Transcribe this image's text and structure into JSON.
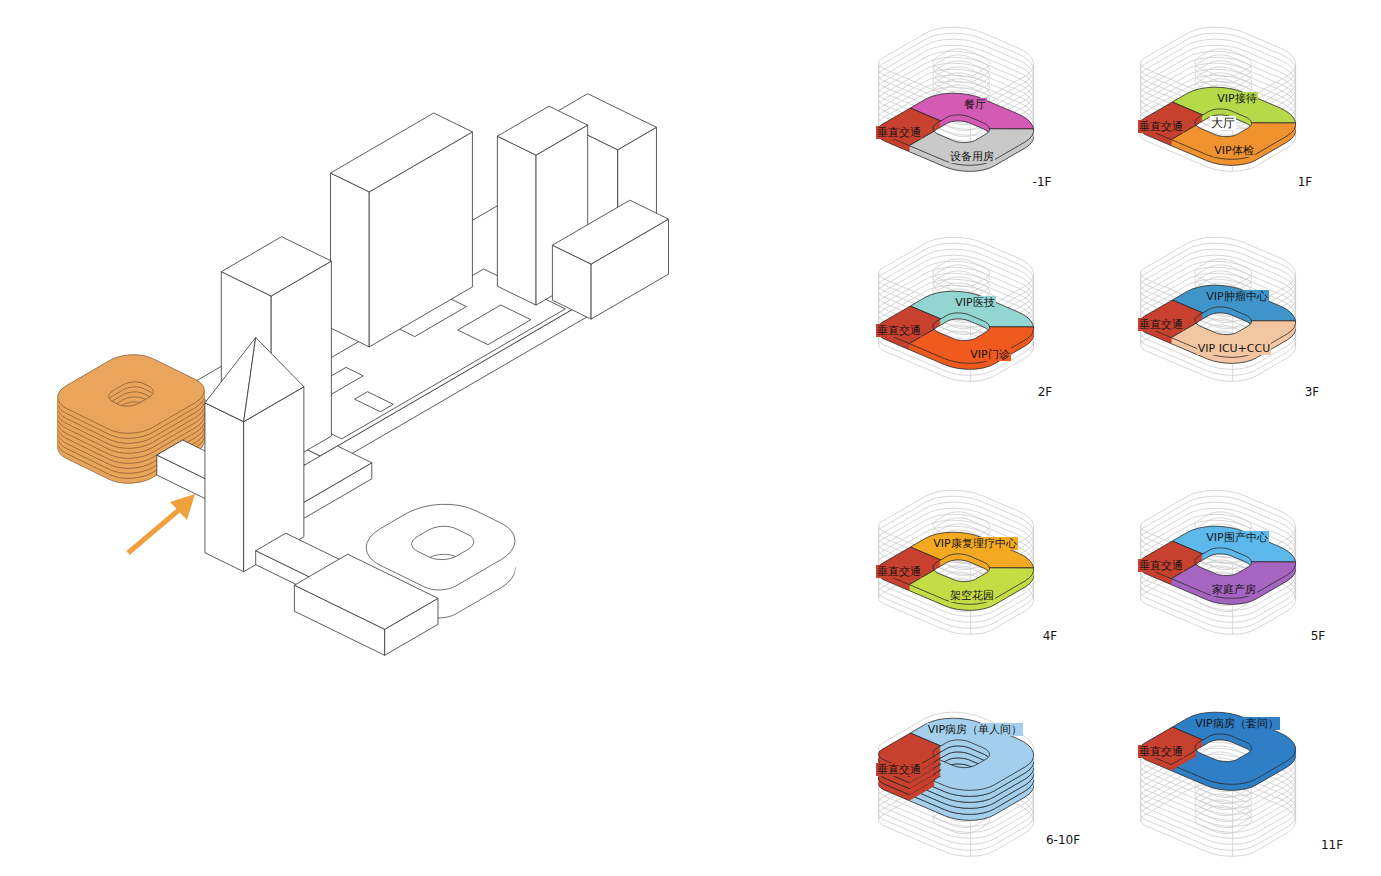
{
  "diagram": {
    "nodes": [
      {
        "text": [
          "餐厅"
        ]
      },
      {
        "text": [
          "垂直交通"
        ]
      },
      {
        "text": [
          "设备用房"
        ]
      },
      {
        "text": [
          "VIP接待"
        ]
      },
      {
        "text": [
          "垂直交通"
        ]
      },
      {
        "text": [
          "VIP体检"
        ]
      },
      {
        "text": [
          "VIP医技"
        ]
      },
      {
        "text": [
          "垂直交通"
        ]
      },
      {
        "text": [
          "VIP门诊"
        ]
      },
      {
        "text": [
          "VIP肿瘤中心"
        ]
      },
      {
        "text": [
          "垂直交通"
        ]
      },
      {
        "text": [
          "VIP ICU+CCU"
        ]
      },
      {
        "text": [
          "VIP康复理疗中心"
        ]
      },
      {
        "text": [
          "垂直交通"
        ]
      },
      {
        "text": [
          "架空花园"
        ]
      },
      {
        "text": [
          "VIP围产中心"
        ]
      },
      {
        "text": [
          "垂直交通"
        ]
      },
      {
        "text": [
          "家庭产房"
        ]
      },
      {
        "text": [
          "VIP病房（单人间）"
        ]
      },
      {
        "text": [
          "垂直交通"
        ]
      },
      {
        "text": [
          "VIP病房（套间）"
        ]
      },
      {
        "text": [
          "垂直交通"
        ]
      }
    ],
    "labels": [
      "-1F",
      "大厅",
      "1F",
      "2F",
      "3F",
      "4F",
      "5F",
      "6-10F",
      "11F"
    ]
  }
}
